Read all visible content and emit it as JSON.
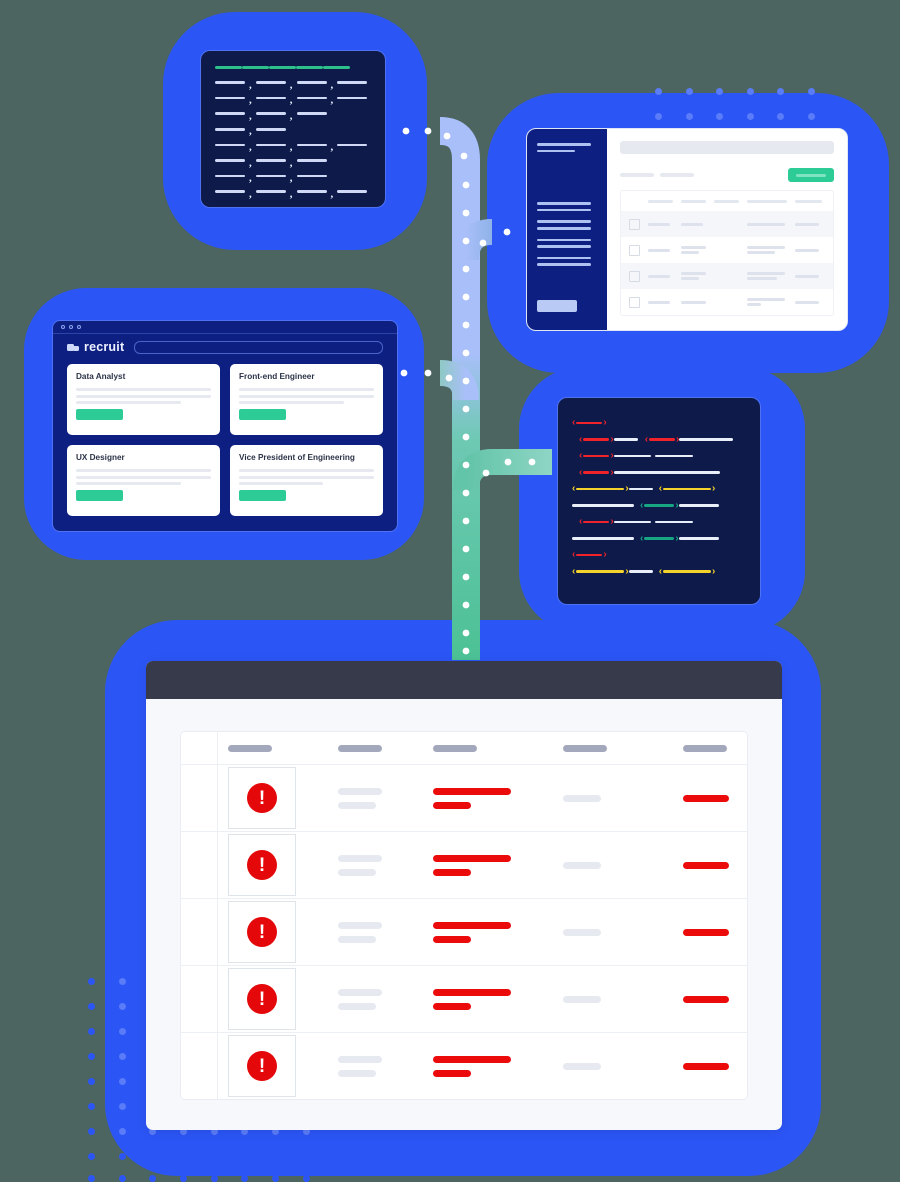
{
  "palette": {
    "blue": "#2b55f5",
    "blue_dot": "#5a7cf8",
    "navy_dark": "#0d1a4a",
    "navy_panel": "#0e1f82",
    "green": "#2dcc96",
    "green_line": "#2dc08a",
    "red": "#ec0b0b",
    "red_alert": "#e4080a",
    "yellow": "#f5d32a",
    "teal": "#1aa886",
    "pipe_blue": "#a9bffa",
    "pipe_green": "#4cc195",
    "header_dark": "#363a4b",
    "placeholder_gray": "#e6e9ef"
  },
  "csv_panel": {
    "name": "csv-data-panel",
    "rows": [
      {
        "type": "header",
        "segments": 5
      },
      {
        "type": "data",
        "segments": 4
      },
      {
        "type": "data",
        "segments": 4
      },
      {
        "type": "data",
        "segments": 3
      },
      {
        "type": "data",
        "segments": 2
      },
      {
        "type": "data",
        "segments": 4
      },
      {
        "type": "data",
        "segments": 3
      },
      {
        "type": "data",
        "segments": 3
      },
      {
        "type": "data",
        "segments": 4
      }
    ]
  },
  "dashboard_panel": {
    "name": "admin-dashboard-panel",
    "sidebar": {
      "logo_lines": 2,
      "nav_groups": 4,
      "nav_lines_per_group": 2,
      "has_bottom_button": true
    },
    "main": {
      "title_placeholder": true,
      "filters": 2,
      "primary_button": {
        "label_placeholder": true,
        "color": "#2dcc96"
      },
      "table": {
        "columns": 5,
        "has_checkbox_column": true,
        "header_row": true,
        "rows": 4
      }
    }
  },
  "recruit_window": {
    "name": "recruit-job-board-window",
    "window_dots": 3,
    "brand": "recruit",
    "search_placeholder": "",
    "cards": [
      {
        "title": "Data Analyst",
        "lines": 3,
        "button": true
      },
      {
        "title": "Front-end Engineer",
        "lines": 3,
        "button": true
      },
      {
        "title": "UX Designer",
        "lines": 3,
        "button": true
      },
      {
        "title": "Vice President of Engineering",
        "lines": 3,
        "button": true
      }
    ]
  },
  "code_panel": {
    "name": "html-code-panel",
    "lines": [
      {
        "tokens": [
          {
            "t": "tag",
            "c": "red",
            "w": 26
          }
        ]
      },
      {
        "tokens": [
          {
            "t": "indent",
            "w": 7
          },
          {
            "t": "tag",
            "c": "red",
            "w": 26
          },
          {
            "t": "plain",
            "w": 24
          },
          {
            "t": "gap",
            "w": 7
          },
          {
            "t": "tag",
            "c": "red",
            "w": 26
          },
          {
            "t": "plain",
            "w": 54
          }
        ]
      },
      {
        "tokens": [
          {
            "t": "indent",
            "w": 7
          },
          {
            "t": "tag",
            "c": "red",
            "w": 26
          },
          {
            "t": "plain",
            "w": 37
          },
          {
            "t": "gap",
            "w": 4
          },
          {
            "t": "plain",
            "w": 38
          }
        ]
      },
      {
        "tokens": [
          {
            "t": "indent",
            "w": 7
          },
          {
            "t": "tag",
            "c": "red",
            "w": 26
          },
          {
            "t": "plain",
            "w": 106
          }
        ]
      },
      {
        "tokens": [
          {
            "t": "tag",
            "c": "yellow",
            "w": 48
          },
          {
            "t": "plain",
            "w": 24
          },
          {
            "t": "gap",
            "w": 6
          },
          {
            "t": "tag",
            "c": "yellow",
            "w": 48
          }
        ]
      },
      {
        "tokens": [
          {
            "t": "plain",
            "w": 62
          },
          {
            "t": "gap",
            "w": 6
          },
          {
            "t": "tag",
            "c": "teal",
            "w": 30
          },
          {
            "t": "plain",
            "w": 40
          }
        ]
      },
      {
        "tokens": [
          {
            "t": "indent",
            "w": 7
          },
          {
            "t": "tag",
            "c": "red",
            "w": 26
          },
          {
            "t": "plain",
            "w": 37
          },
          {
            "t": "gap",
            "w": 4
          },
          {
            "t": "plain",
            "w": 38
          }
        ]
      },
      {
        "tokens": [
          {
            "t": "plain",
            "w": 62
          },
          {
            "t": "gap",
            "w": 6
          },
          {
            "t": "tag",
            "c": "teal",
            "w": 30
          },
          {
            "t": "plain",
            "w": 40
          }
        ]
      },
      {
        "tokens": [
          {
            "t": "tag",
            "c": "red",
            "w": 26
          }
        ]
      },
      {
        "tokens": [
          {
            "t": "tag",
            "c": "yellow",
            "w": 48
          },
          {
            "t": "plain",
            "w": 24
          },
          {
            "t": "gap",
            "w": 6
          },
          {
            "t": "tag",
            "c": "yellow",
            "w": 48
          }
        ]
      }
    ]
  },
  "table_window": {
    "name": "error-report-table-window",
    "titlebar": {
      "color": "#363a4b"
    },
    "columns": [
      {
        "header_placeholder": true,
        "width": 44
      },
      {
        "header_placeholder": true,
        "width": 44
      },
      {
        "header_placeholder": true,
        "width": 44
      },
      {
        "header_placeholder": true,
        "width": 44
      },
      {
        "header_placeholder": true,
        "width": 44
      }
    ],
    "rows": [
      {
        "status": "error",
        "icon": "alert-exclamation",
        "bars": [
          [
            44,
            36
          ],
          [
            [
              "red",
              76
            ],
            [
              "red",
              38
            ]
          ],
          [
            38
          ],
          [
            [
              "red",
              46
            ]
          ]
        ]
      },
      {
        "status": "error",
        "icon": "alert-exclamation",
        "bars": [
          [
            44,
            36
          ],
          [
            [
              "red",
              76
            ],
            [
              "red",
              38
            ]
          ],
          [
            38
          ],
          [
            [
              "red",
              46
            ]
          ]
        ]
      },
      {
        "status": "error",
        "icon": "alert-exclamation",
        "bars": [
          [
            44,
            36
          ],
          [
            [
              "red",
              76
            ],
            [
              "red",
              38
            ]
          ],
          [
            38
          ],
          [
            [
              "red",
              46
            ]
          ]
        ]
      },
      {
        "status": "error",
        "icon": "alert-exclamation",
        "bars": [
          [
            44,
            36
          ],
          [
            [
              "red",
              76
            ],
            [
              "red",
              38
            ]
          ],
          [
            38
          ],
          [
            [
              "red",
              46
            ]
          ]
        ]
      },
      {
        "status": "error",
        "icon": "alert-exclamation",
        "bars": [
          [
            44,
            36
          ],
          [
            [
              "red",
              76
            ],
            [
              "red",
              38
            ]
          ],
          [
            38
          ],
          [
            [
              "red",
              46
            ]
          ]
        ]
      }
    ],
    "alert_glyph": "!"
  },
  "decor": {
    "top_right_dot_rows": 2,
    "top_right_dots_per_row": 6,
    "bottom_left_dot_cols": 2,
    "bottom_left_dot_rows": 9
  }
}
